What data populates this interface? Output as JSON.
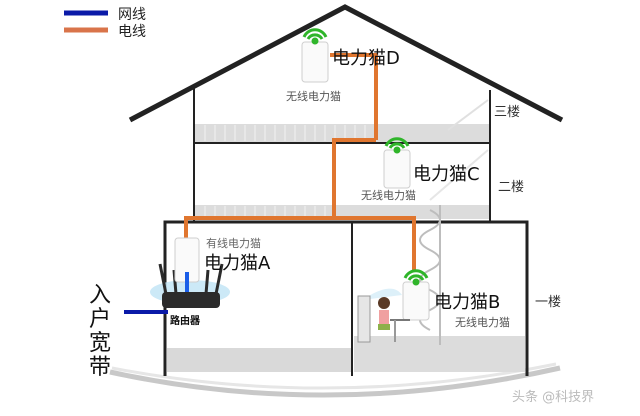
{
  "legend": {
    "items": [
      {
        "label": "网线",
        "color": "#0a1aa8"
      },
      {
        "label": "电线",
        "color": "#d9744a"
      }
    ]
  },
  "colors": {
    "ethernet": "#0a1aa8",
    "power_line": "#e0762f",
    "wall": "#222222",
    "wifi": "#2fb52a",
    "floor_band": "#d9d9d9"
  },
  "floors": {
    "third": "三楼",
    "second": "二楼",
    "first": "一楼"
  },
  "adapters": {
    "A": {
      "name": "电力猫A",
      "type": "有线电力猫"
    },
    "B": {
      "name": "电力猫B",
      "type": "无线电力猫"
    },
    "C": {
      "name": "电力猫C",
      "type": "无线电力猫"
    },
    "D": {
      "name": "电力猫D",
      "type": "无线电力猫"
    }
  },
  "router": {
    "label": "路由器"
  },
  "broadband": {
    "label": [
      "入",
      "户",
      "宽",
      "带"
    ]
  },
  "watermark": {
    "text": "头条 @科技界"
  },
  "icons": {
    "wifi": "wifi-signal-icon",
    "adapter": "powerline-adapter-icon",
    "router": "router-icon"
  }
}
